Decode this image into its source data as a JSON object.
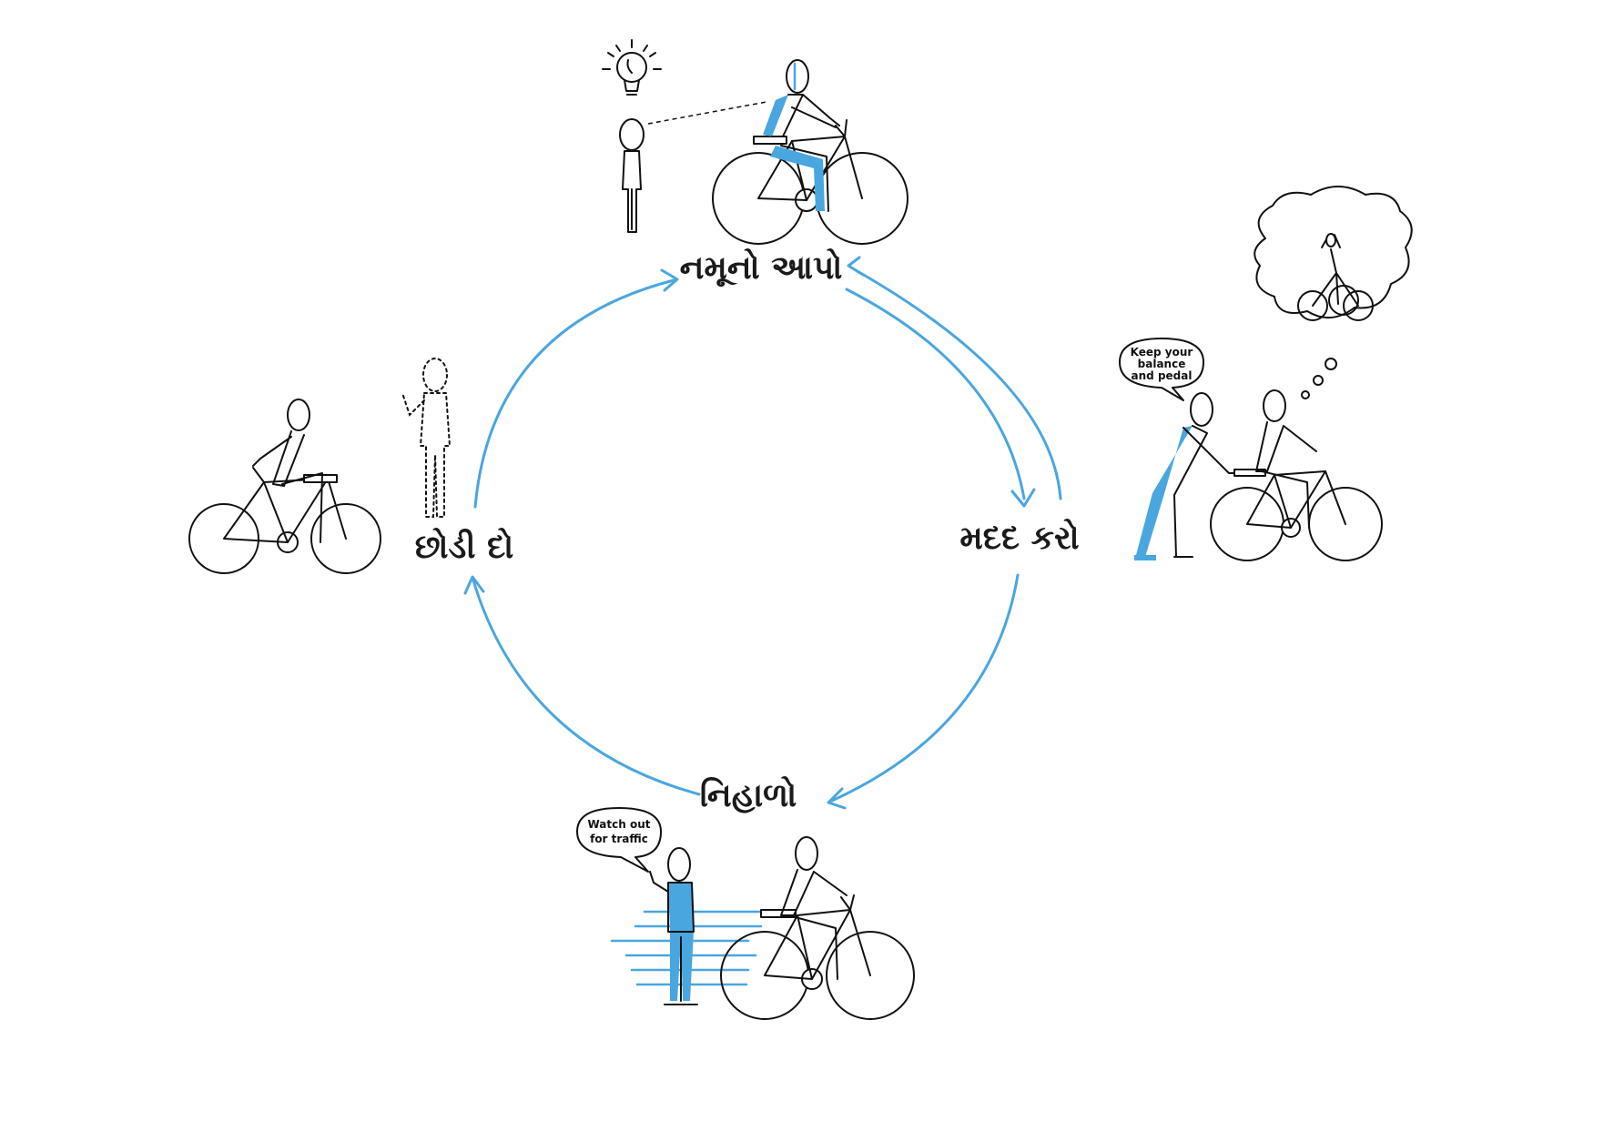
{
  "diagram": {
    "accent_color": "#4aa6df",
    "ink_color": "#111111",
    "stages": {
      "model": {
        "label": "નમૂનો આપો"
      },
      "help": {
        "label": "મદદ કરો"
      },
      "observe": {
        "label": "નિહાળો"
      },
      "let_go": {
        "label": "છોડી દો"
      }
    },
    "bubbles": {
      "help_speech": {
        "line1": "Keep your",
        "line2": "balance",
        "line3": "and pedal"
      },
      "observe_speech": {
        "line1": "Watch out",
        "line2": "for traffic"
      }
    },
    "icons": [
      "lightbulb-icon",
      "bicycle-icon",
      "person-icon",
      "thought-bubble-icon",
      "speech-bubble-icon",
      "arrow-icon"
    ]
  }
}
